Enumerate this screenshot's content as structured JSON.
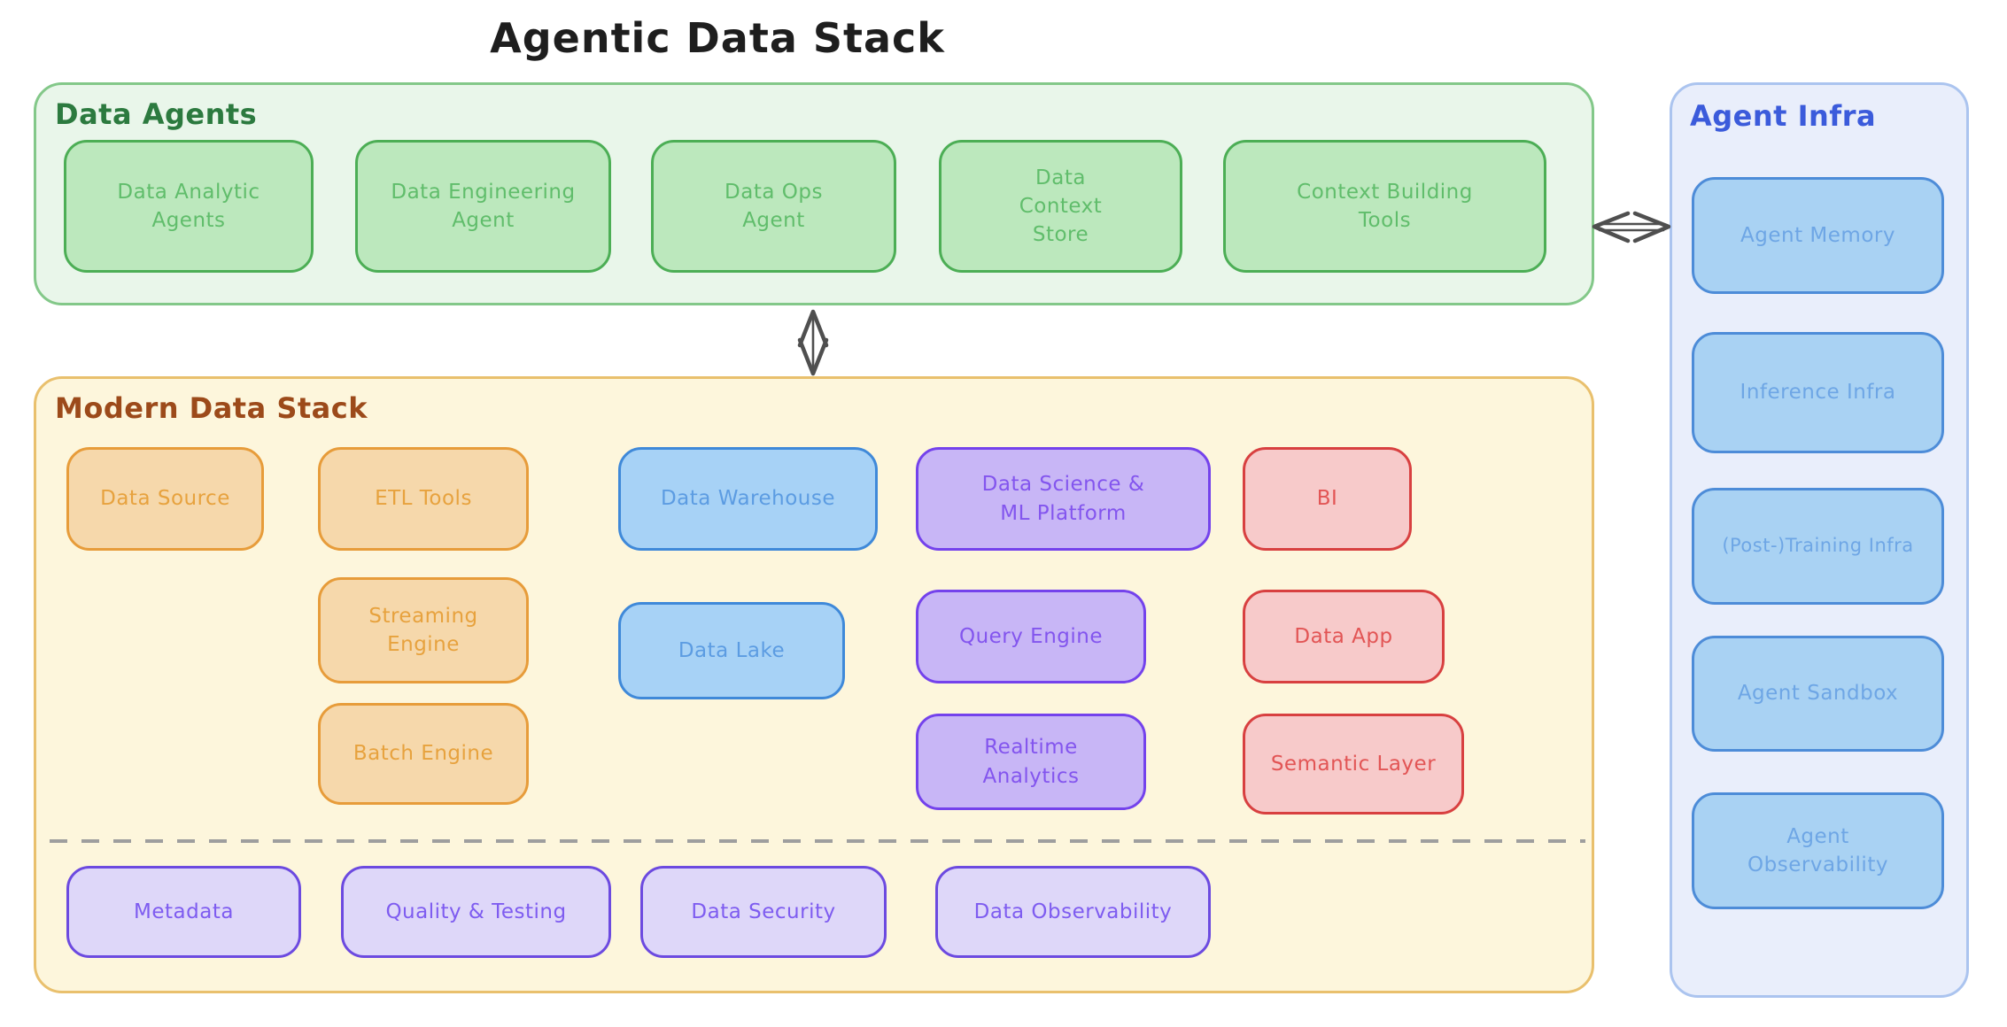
{
  "title": "Agentic Data Stack",
  "colors": {
    "title-ink": "#1e1e1e",
    "arrow": "#4f4f4f",
    "dash": "#9e9e9e",
    "green-panel-fill": "#e9f6ea",
    "green-panel-stroke": "#83c889",
    "green-header": "#2c7a3f",
    "green-fill": "#bce8bd",
    "green-stroke": "#4cae55",
    "green-text": "#60bd6b",
    "infra-panel-fill": "#e9eefb",
    "infra-panel-stroke": "#abc4ef",
    "infra-header": "#3b5bdb",
    "infra-fill": "#a9d2f3",
    "infra-stroke": "#4d8cd8",
    "infra-text": "#6ea6e5",
    "yellow-panel-fill": "#fdf6dc",
    "yellow-panel-stroke": "#e9c06d",
    "yellow-header": "#9c4a1a",
    "orange-fill": "#f6d8ab",
    "orange-stroke": "#e79c3a",
    "orange-text": "#e7a23e",
    "blue-fill": "#a7d2f6",
    "blue-stroke": "#3f89d9",
    "blue-text": "#5c9ce2",
    "purple-fill": "#c8b6f6",
    "purple-stroke": "#7442ec",
    "purple-text": "#8355ee",
    "red-fill": "#f7caca",
    "red-stroke": "#d84040",
    "red-text": "#e25555",
    "lavender-fill": "#ded7f9",
    "lavender-stroke": "#6c4ae0",
    "lavender-text": "#7e5cf0"
  },
  "data_agents": {
    "label": "Data Agents",
    "boxes": [
      {
        "label": "Data Analytic Agents"
      },
      {
        "label": "Data Engineering Agent"
      },
      {
        "label": "Data Ops Agent"
      },
      {
        "label": "Data Context Store"
      },
      {
        "label": "Context Building Tools"
      }
    ]
  },
  "agent_infra": {
    "label": "Agent Infra",
    "boxes": [
      {
        "label": "Agent Memory"
      },
      {
        "label": "Inference Infra"
      },
      {
        "label": "(Post-)Training Infra"
      },
      {
        "label": "Agent Sandbox"
      },
      {
        "label": "Agent Observability"
      }
    ]
  },
  "modern_data_stack": {
    "label": "Modern Data Stack",
    "boxes": [
      {
        "label": "Data Source",
        "color": "orange"
      },
      {
        "label": "ETL Tools",
        "color": "orange"
      },
      {
        "label": "Streaming Engine",
        "color": "orange"
      },
      {
        "label": "Batch Engine",
        "color": "orange"
      },
      {
        "label": "Data Warehouse",
        "color": "blue"
      },
      {
        "label": "Data Lake",
        "color": "blue"
      },
      {
        "label": "Data Science & ML Platform",
        "color": "purple"
      },
      {
        "label": "Query Engine",
        "color": "purple"
      },
      {
        "label": "Realtime Analytics",
        "color": "purple"
      },
      {
        "label": "BI",
        "color": "red"
      },
      {
        "label": "Data App",
        "color": "red"
      },
      {
        "label": "Semantic Layer",
        "color": "red"
      },
      {
        "label": "Metadata",
        "color": "lavender"
      },
      {
        "label": "Quality & Testing",
        "color": "lavender"
      },
      {
        "label": "Data Security",
        "color": "lavender"
      },
      {
        "label": "Data Observability",
        "color": "lavender"
      }
    ]
  },
  "connections": [
    {
      "from": "data-agents",
      "to": "modern-data-stack",
      "type": "bidirectional"
    },
    {
      "from": "data-agents",
      "to": "agent-infra",
      "type": "bidirectional"
    }
  ]
}
